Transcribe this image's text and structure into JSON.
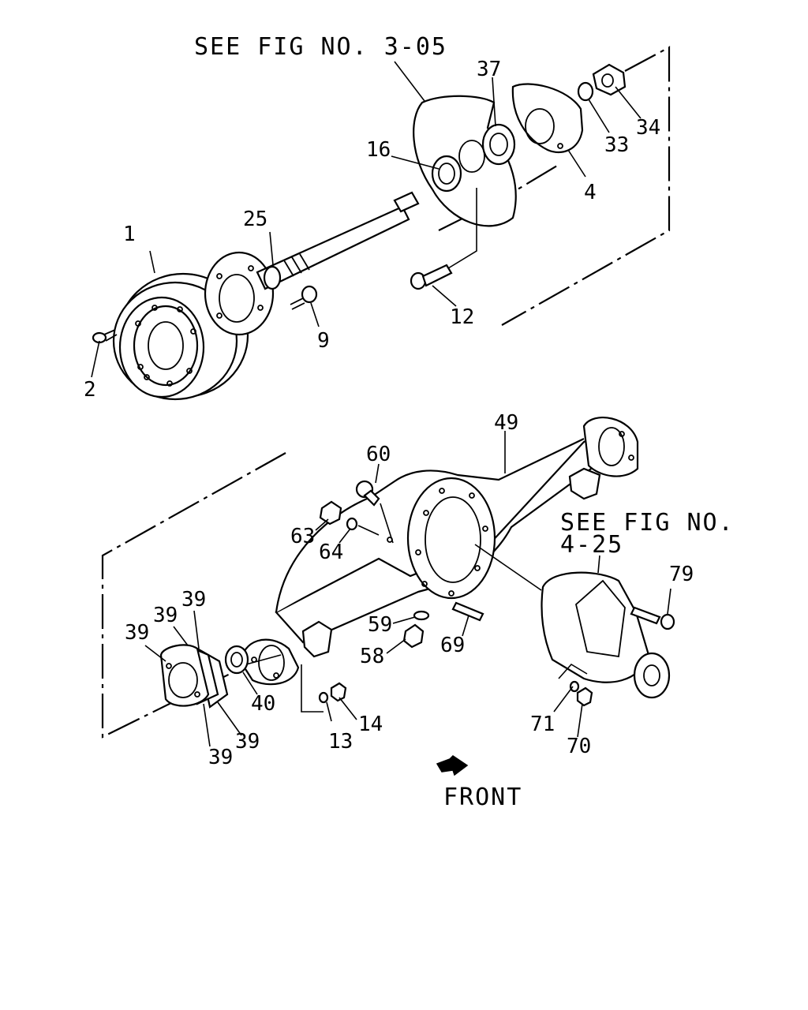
{
  "references": {
    "fig_3_05": "SEE FIG NO. 3-05",
    "fig_4_25_line1": "SEE FIG NO.",
    "fig_4_25_line2": "4-25",
    "front": "FRONT"
  },
  "callouts": {
    "p1": "1",
    "p2": "2",
    "p4": "4",
    "p9": "9",
    "p12": "12",
    "p13": "13",
    "p14": "14",
    "p16": "16",
    "p25": "25",
    "p33": "33",
    "p34": "34",
    "p37": "37",
    "p39a": "39",
    "p39b": "39",
    "p39c": "39",
    "p39d": "39",
    "p39e": "39",
    "p40": "40",
    "p49": "49",
    "p58": "58",
    "p59": "59",
    "p60": "60",
    "p63": "63",
    "p64": "64",
    "p69": "69",
    "p70": "70",
    "p71": "71",
    "p79": "79"
  },
  "icons": {
    "front_arrow": "arrow-icon"
  }
}
